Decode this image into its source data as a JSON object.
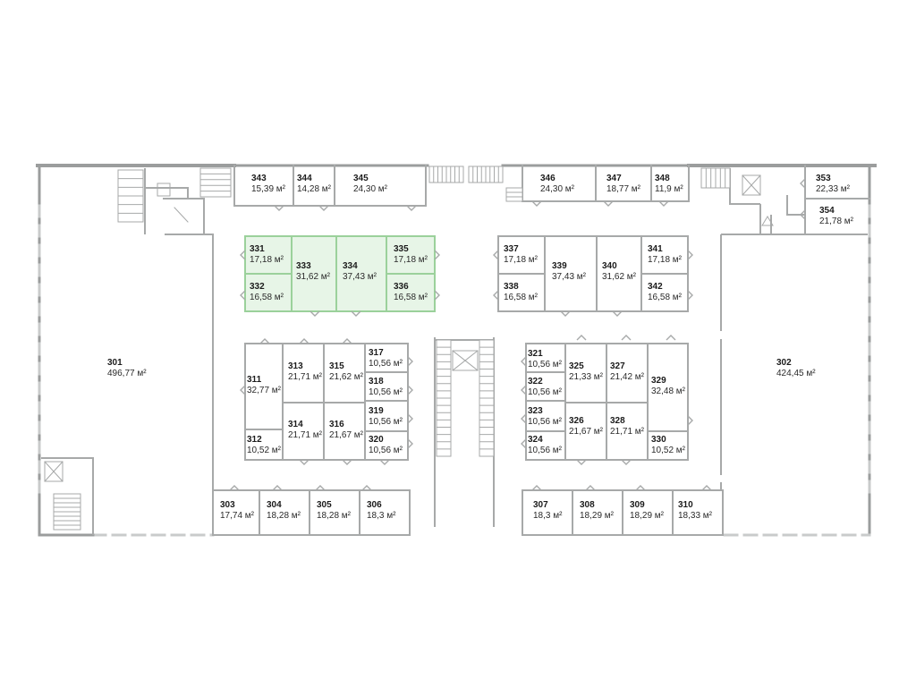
{
  "plan": {
    "unit_suffix": "м²",
    "colors": {
      "wall": "#a7a9a9",
      "wall_outer": "#9b9d9d",
      "wall_dash": "#c9cbcb",
      "highlight_fill": "#e7f5e7",
      "highlight_border": "#9bd19b",
      "room_fill": "#ffffff",
      "text": "#1b1b1b"
    },
    "rooms": [
      {
        "id": "301",
        "number": "301",
        "area": "496,77 м²",
        "highlighted": false
      },
      {
        "id": "302",
        "number": "302",
        "area": "424,45 м²",
        "highlighted": false
      },
      {
        "id": "303",
        "number": "303",
        "area": "17,74 м²",
        "highlighted": false
      },
      {
        "id": "304",
        "number": "304",
        "area": "18,28 м²",
        "highlighted": false
      },
      {
        "id": "305",
        "number": "305",
        "area": "18,28 м²",
        "highlighted": false
      },
      {
        "id": "306",
        "number": "306",
        "area": "18,3 м²",
        "highlighted": false
      },
      {
        "id": "307",
        "number": "307",
        "area": "18,3 м²",
        "highlighted": false
      },
      {
        "id": "308",
        "number": "308",
        "area": "18,29 м²",
        "highlighted": false
      },
      {
        "id": "309",
        "number": "309",
        "area": "18,29 м²",
        "highlighted": false
      },
      {
        "id": "310",
        "number": "310",
        "area": "18,33 м²",
        "highlighted": false
      },
      {
        "id": "311",
        "number": "311",
        "area": "32,77 м²",
        "highlighted": false
      },
      {
        "id": "312",
        "number": "312",
        "area": "10,52 м²",
        "highlighted": false
      },
      {
        "id": "313",
        "number": "313",
        "area": "21,71 м²",
        "highlighted": false
      },
      {
        "id": "314",
        "number": "314",
        "area": "21,71 м²",
        "highlighted": false
      },
      {
        "id": "315",
        "number": "315",
        "area": "21,62 м²",
        "highlighted": false
      },
      {
        "id": "316",
        "number": "316",
        "area": "21,67 м²",
        "highlighted": false
      },
      {
        "id": "317",
        "number": "317",
        "area": "10,56 м²",
        "highlighted": false
      },
      {
        "id": "318",
        "number": "318",
        "area": "10,56 м²",
        "highlighted": false
      },
      {
        "id": "319",
        "number": "319",
        "area": "10,56 м²",
        "highlighted": false
      },
      {
        "id": "320",
        "number": "320",
        "area": "10,56 м²",
        "highlighted": false
      },
      {
        "id": "321",
        "number": "321",
        "area": "10,56 м²",
        "highlighted": false
      },
      {
        "id": "322",
        "number": "322",
        "area": "10,56 м²",
        "highlighted": false
      },
      {
        "id": "323",
        "number": "323",
        "area": "10,56 м²",
        "highlighted": false
      },
      {
        "id": "324",
        "number": "324",
        "area": "10,56 м²",
        "highlighted": false
      },
      {
        "id": "325",
        "number": "325",
        "area": "21,33 м²",
        "highlighted": false
      },
      {
        "id": "326",
        "number": "326",
        "area": "21,67 м²",
        "highlighted": false
      },
      {
        "id": "327",
        "number": "327",
        "area": "21,42 м²",
        "highlighted": false
      },
      {
        "id": "328",
        "number": "328",
        "area": "21,71 м²",
        "highlighted": false
      },
      {
        "id": "329",
        "number": "329",
        "area": "32,48 м²",
        "highlighted": false
      },
      {
        "id": "330",
        "number": "330",
        "area": "10,52 м²",
        "highlighted": false
      },
      {
        "id": "331",
        "number": "331",
        "area": "17,18 м²",
        "highlighted": true
      },
      {
        "id": "332",
        "number": "332",
        "area": "16,58 м²",
        "highlighted": true
      },
      {
        "id": "333",
        "number": "333",
        "area": "31,62 м²",
        "highlighted": true
      },
      {
        "id": "334",
        "number": "334",
        "area": "37,43 м²",
        "highlighted": true
      },
      {
        "id": "335",
        "number": "335",
        "area": "17,18 м²",
        "highlighted": true
      },
      {
        "id": "336",
        "number": "336",
        "area": "16,58 м²",
        "highlighted": true
      },
      {
        "id": "337",
        "number": "337",
        "area": "17,18 м²",
        "highlighted": false
      },
      {
        "id": "338",
        "number": "338",
        "area": "16,58 м²",
        "highlighted": false
      },
      {
        "id": "339",
        "number": "339",
        "area": "37,43 м²",
        "highlighted": false
      },
      {
        "id": "340",
        "number": "340",
        "area": "31,62 м²",
        "highlighted": false
      },
      {
        "id": "341",
        "number": "341",
        "area": "17,18 м²",
        "highlighted": false
      },
      {
        "id": "342",
        "number": "342",
        "area": "16,58 м²",
        "highlighted": false
      },
      {
        "id": "343",
        "number": "343",
        "area": "15,39 м²",
        "highlighted": false
      },
      {
        "id": "344",
        "number": "344",
        "area": "14,28 м²",
        "highlighted": false
      },
      {
        "id": "345",
        "number": "345",
        "area": "24,30 м²",
        "highlighted": false
      },
      {
        "id": "346",
        "number": "346",
        "area": "24,30 м²",
        "highlighted": false
      },
      {
        "id": "347",
        "number": "347",
        "area": "18,77 м²",
        "highlighted": false
      },
      {
        "id": "348",
        "number": "348",
        "area": "11,9 м²",
        "highlighted": false
      },
      {
        "id": "353",
        "number": "353",
        "area": "22,33 м²",
        "highlighted": false
      },
      {
        "id": "354",
        "number": "354",
        "area": "21,78 м²",
        "highlighted": false
      }
    ]
  }
}
